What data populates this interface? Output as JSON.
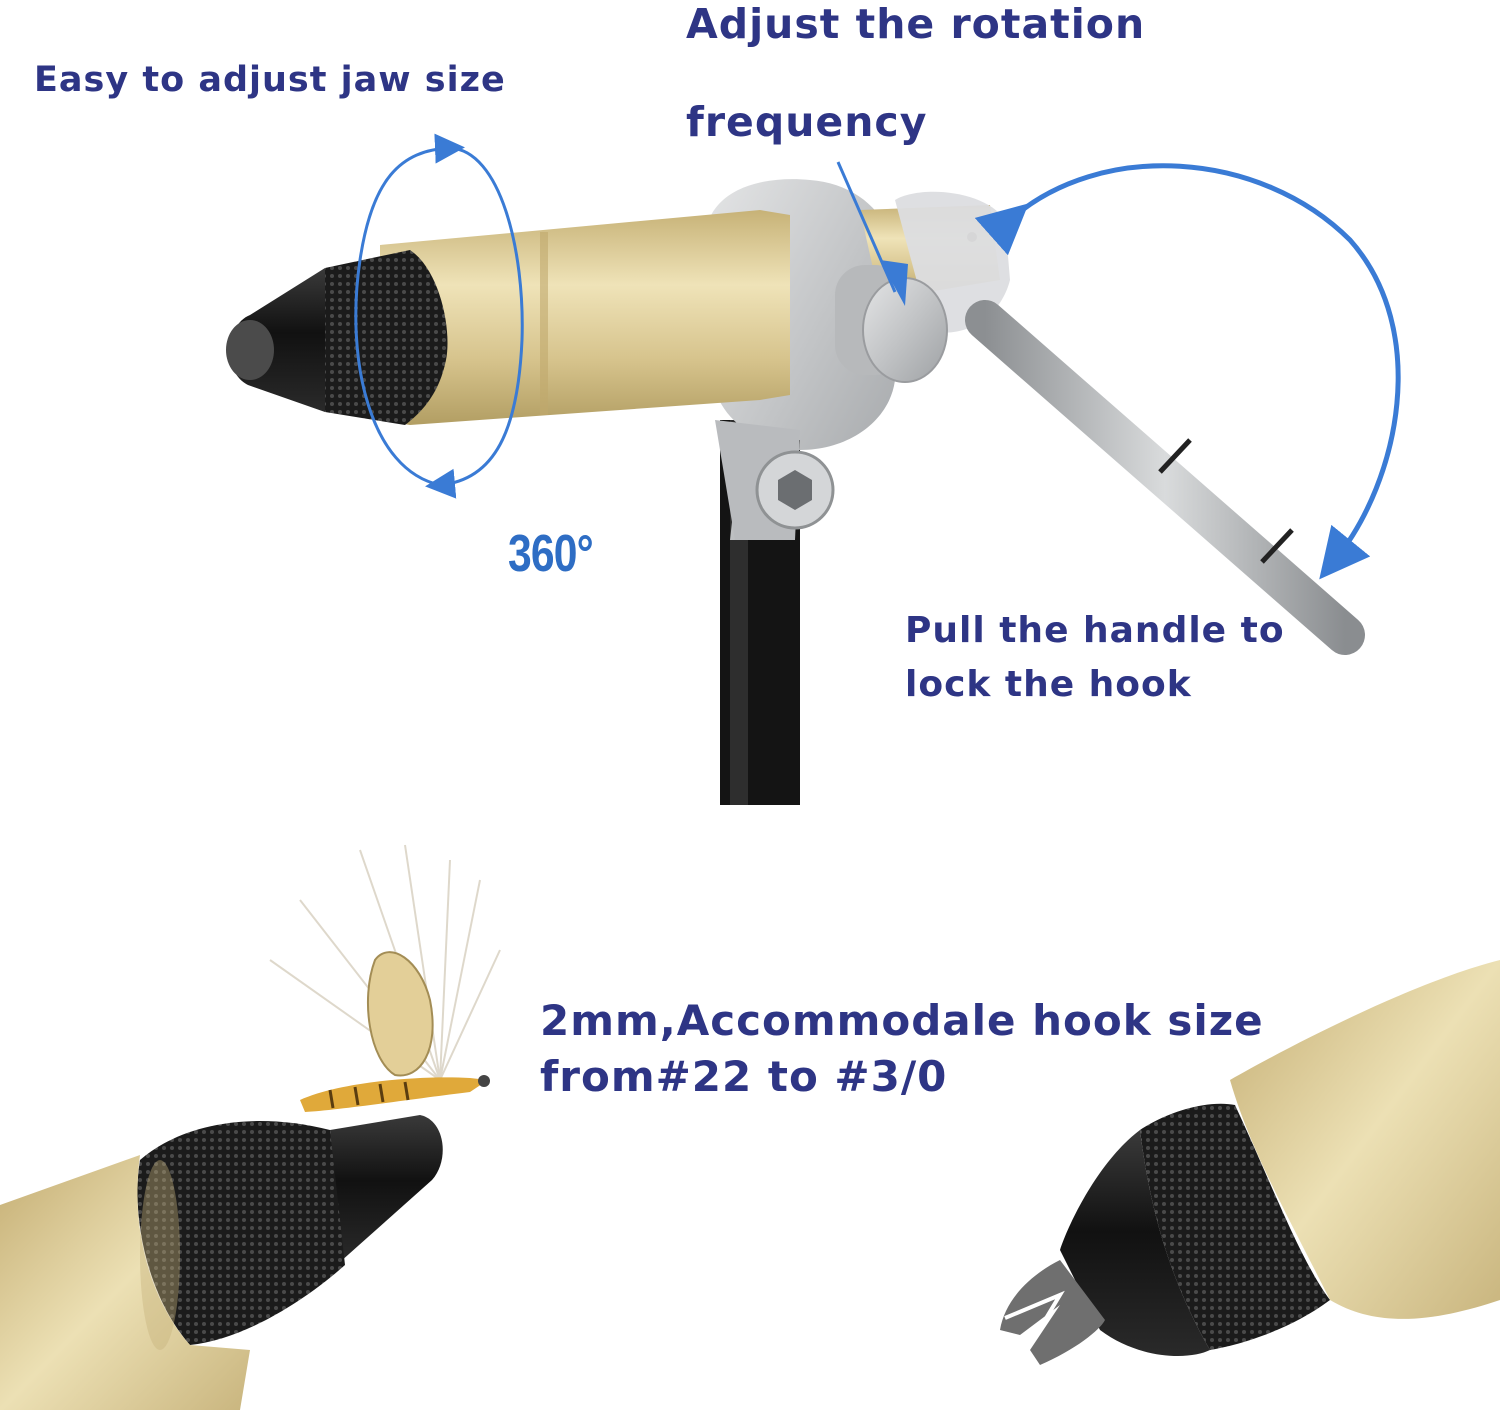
{
  "labels": {
    "jaw_size": "Easy to adjust jaw size",
    "rotation_line1": "Adjust the rotation",
    "rotation_line2": "frequency",
    "degrees": "360°",
    "handle_line1": "Pull the handle to",
    "handle_line2": "lock the hook",
    "hook_line1": "2mm,Accommodale hook size",
    "hook_line2": "from#22 to #3/0"
  },
  "colors": {
    "text": "#2e3585",
    "degrees_text": "#2e6dc4",
    "arrow": "#3a7bd5",
    "brass": "#d7c58f",
    "silver": "#c9cbcd",
    "jaw_black": "#222222"
  }
}
